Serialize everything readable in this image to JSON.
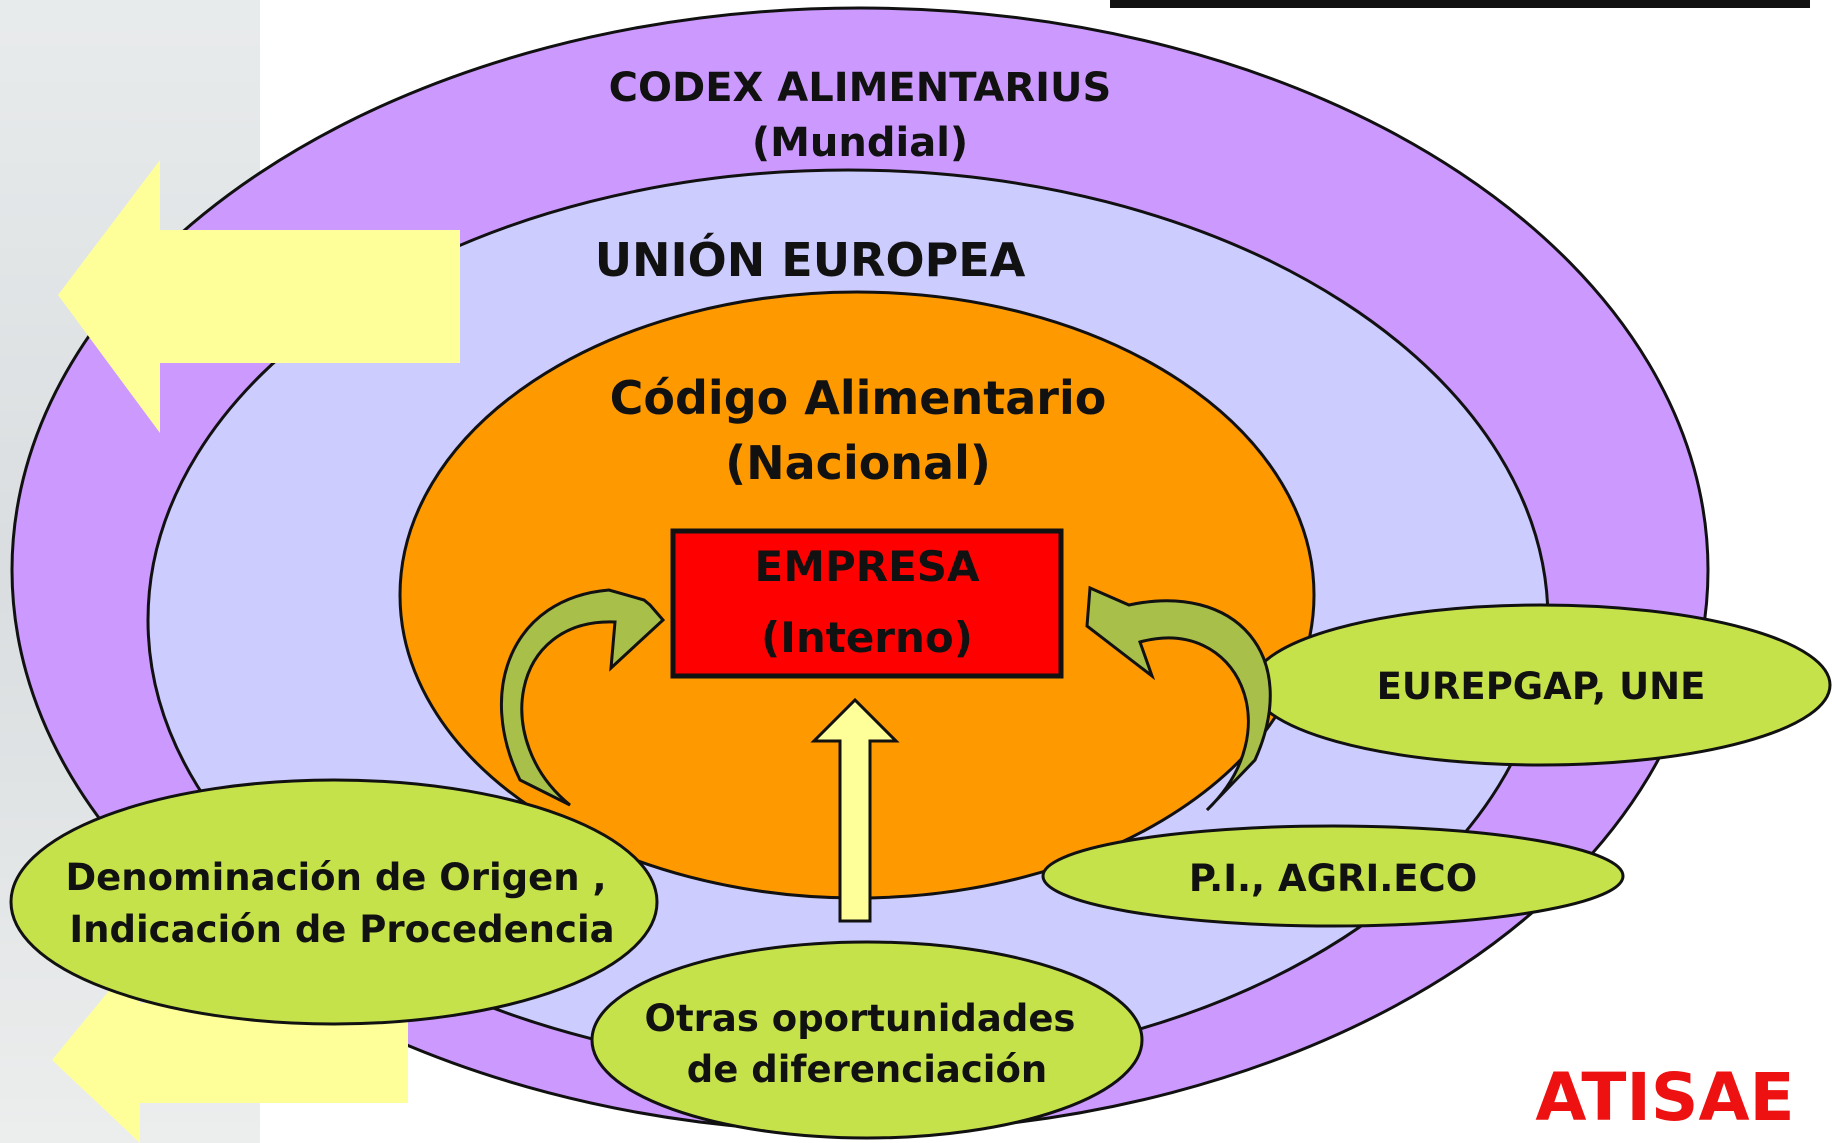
{
  "rings": {
    "codex": {
      "line1": "CODEX ALIMENTARIUS",
      "line2": "(Mundial)",
      "color": "#cc99ff"
    },
    "ue": {
      "label": "UNIÓN EUROPEA",
      "color": "#ccccff"
    },
    "codigo": {
      "line1": "Código Alimentario",
      "line2": "(Nacional)",
      "color": "#ff9900"
    }
  },
  "empresa": {
    "line1": "EMPRESA",
    "line2": "(Interno)",
    "color": "#ff0000"
  },
  "bubbles": {
    "eurepgap": {
      "label": "EUREPGAP, UNE"
    },
    "pi": {
      "label": "P.I., AGRI.ECO"
    },
    "denominacion": {
      "line1": "Denominación de Origen ,",
      "line2": "Indicación de Procedencia"
    },
    "otras": {
      "line1": "Otras oportunidades",
      "line2": "de diferenciación"
    }
  },
  "colors": {
    "bubble_fill": "#c6e24b",
    "arrow_fill": "#a8c04a",
    "big_arrow_fill": "#ffff99",
    "brand": "#ee1111"
  },
  "brand": {
    "name": "ATISAE"
  }
}
